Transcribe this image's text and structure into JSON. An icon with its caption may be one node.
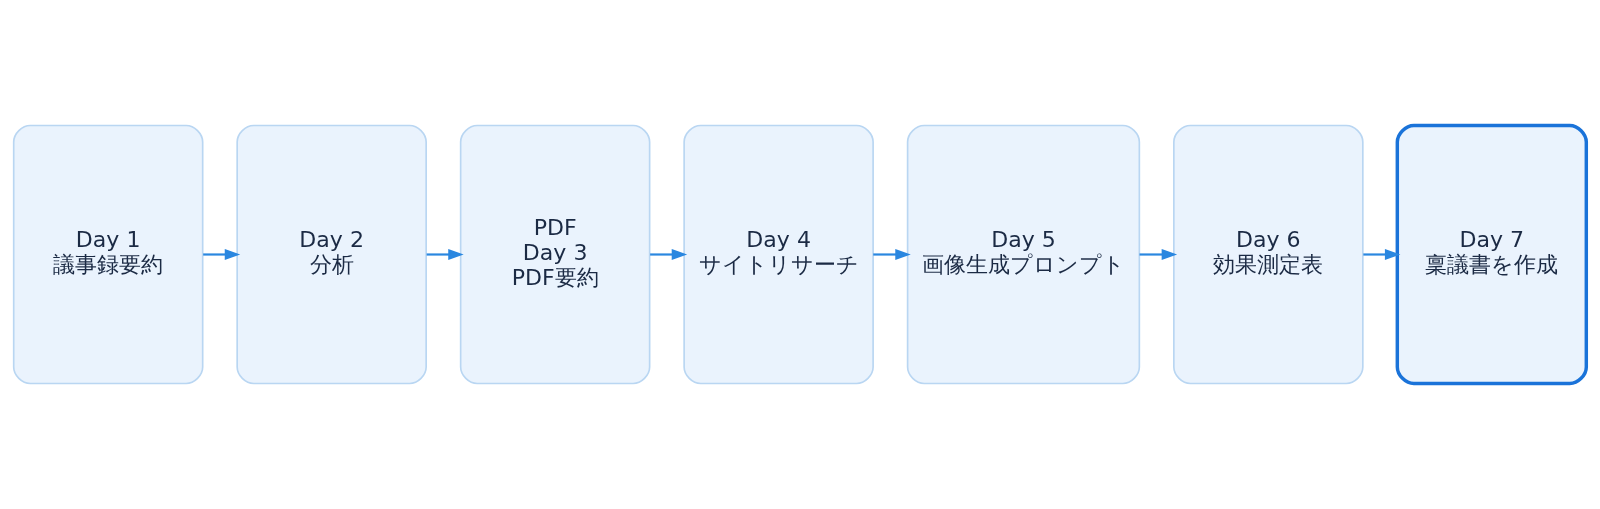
{
  "diagram": {
    "nodes": [
      {
        "text": [
          "Day 1",
          "議事録要約"
        ]
      },
      {
        "text": [
          "Day 2",
          "分析"
        ]
      },
      {
        "text": [
          "PDF",
          "Day 3",
          "PDF要約"
        ]
      },
      {
        "text": [
          "Day 4",
          "サイトリサーチ"
        ]
      },
      {
        "text": [
          "Day 5",
          "画像生成プロンプト"
        ]
      },
      {
        "text": [
          "Day 6",
          "効果測定表"
        ]
      },
      {
        "text": [
          "Day 7",
          "稟議書を作成"
        ]
      }
    ],
    "edges": [
      {
        "from": 0,
        "to": 1,
        "arrow": "to"
      },
      {
        "from": 1,
        "to": 2,
        "arrow": "to"
      },
      {
        "from": 2,
        "to": 3,
        "arrow": "to"
      },
      {
        "from": 3,
        "to": 4,
        "arrow": "to"
      },
      {
        "from": 4,
        "to": 5,
        "arrow": "to"
      },
      {
        "from": 5,
        "to": 6,
        "arrow": "to"
      }
    ]
  }
}
